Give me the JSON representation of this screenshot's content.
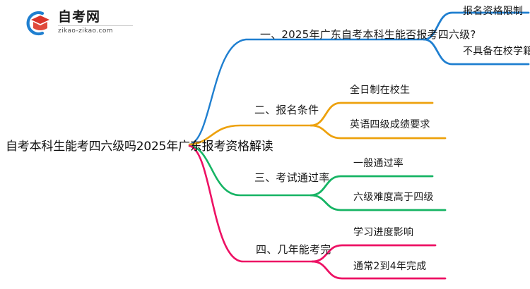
{
  "logo": {
    "title": "自考网",
    "domain": "zikao-zikao.com",
    "mark_name": "graduation-cap-logo",
    "arc_color": "#1f7fd0",
    "cap_color": "#d9342b"
  },
  "mindmap": {
    "root": {
      "label": "自考本科生能考四六级吗2025年广东报考资格解读"
    },
    "branches": [
      {
        "index": 1,
        "label": "一、2025年广东自考本科生能否报考四六级?",
        "color": "#1f7fd0",
        "children": [
          {
            "label": "报名资格限制"
          },
          {
            "label": "不具备在校学籍"
          }
        ]
      },
      {
        "index": 2,
        "label": "二、报名条件",
        "color": "#eda10c",
        "children": [
          {
            "label": "全日制在校生"
          },
          {
            "label": "英语四级成绩要求"
          }
        ]
      },
      {
        "index": 3,
        "label": "三、考试通过率",
        "color": "#16b464",
        "children": [
          {
            "label": "一般通过率"
          },
          {
            "label": "六级难度高于四级"
          }
        ]
      },
      {
        "index": 4,
        "label": "四、几年能考完",
        "color": "#ed1164",
        "children": [
          {
            "label": "学习进度影响"
          },
          {
            "label": "通常2到4年完成"
          }
        ]
      }
    ]
  }
}
